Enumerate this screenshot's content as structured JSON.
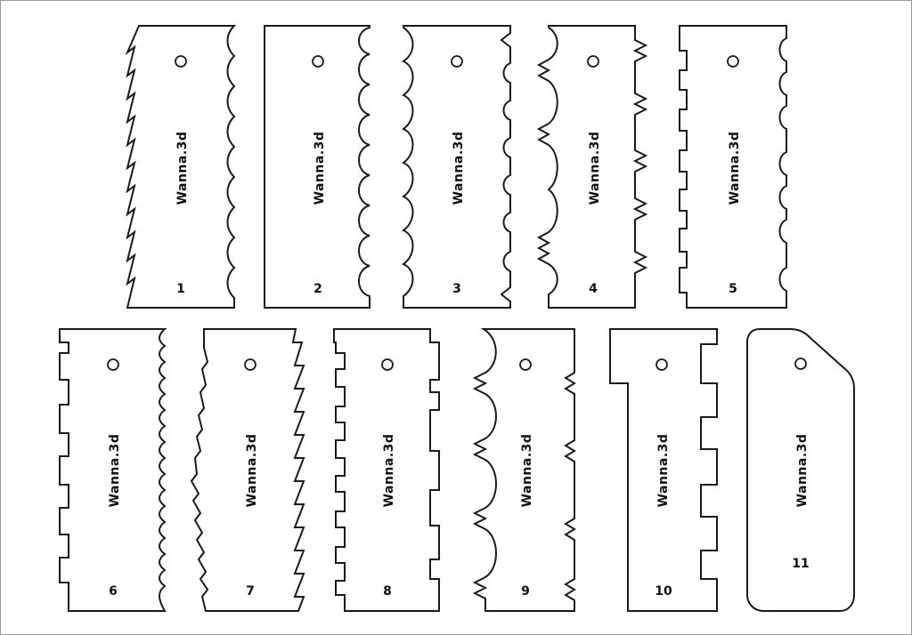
{
  "brand": "Wanna.3d",
  "stroke_color": "#1a1a1a",
  "background": "#ffffff",
  "scrapers": [
    {
      "number": "1"
    },
    {
      "number": "2"
    },
    {
      "number": "3"
    },
    {
      "number": "4"
    },
    {
      "number": "5"
    },
    {
      "number": "6"
    },
    {
      "number": "7"
    },
    {
      "number": "8"
    },
    {
      "number": "9"
    },
    {
      "number": "10"
    },
    {
      "number": "11"
    }
  ]
}
